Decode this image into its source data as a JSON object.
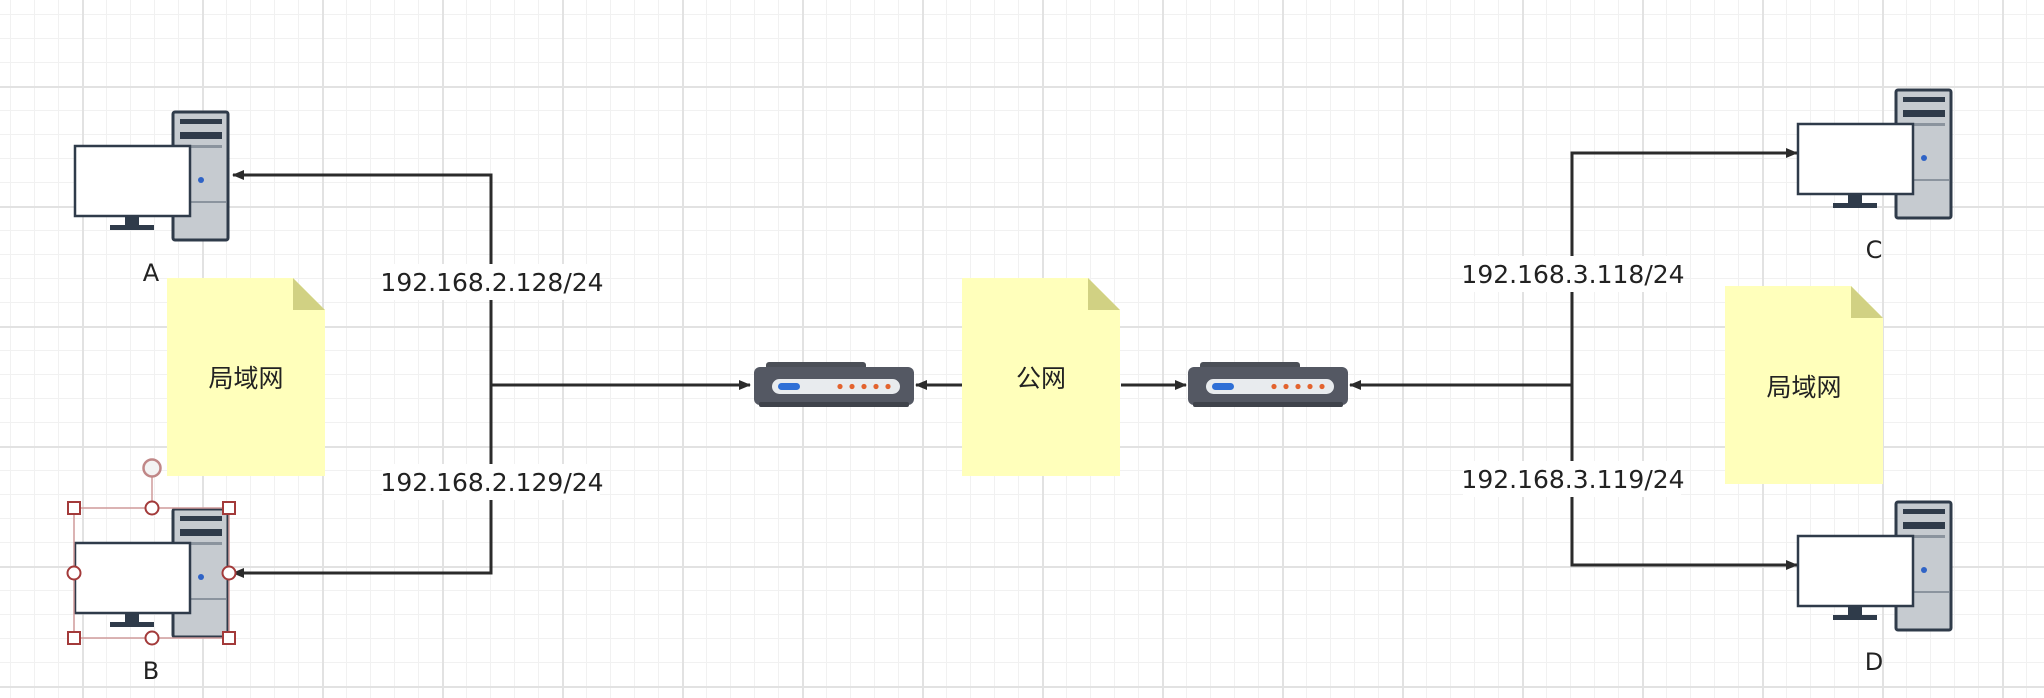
{
  "nodes": {
    "pc_a": {
      "label": "A"
    },
    "pc_b": {
      "label": "B"
    },
    "pc_c": {
      "label": "C"
    },
    "pc_d": {
      "label": "D"
    }
  },
  "notes": {
    "lan_left": "局域网",
    "wan": "公网",
    "lan_right": "局域网"
  },
  "links": {
    "ip_a": "192.168.2.128/24",
    "ip_b": "192.168.2.129/24",
    "ip_c": "192.168.3.118/24",
    "ip_d": "192.168.3.119/24"
  },
  "colors": {
    "line": "#2b2b2b",
    "note_fill": "#ffffbb",
    "note_fold": "#d1d183",
    "router_body": "#545863",
    "selection": "#a33a3a"
  }
}
